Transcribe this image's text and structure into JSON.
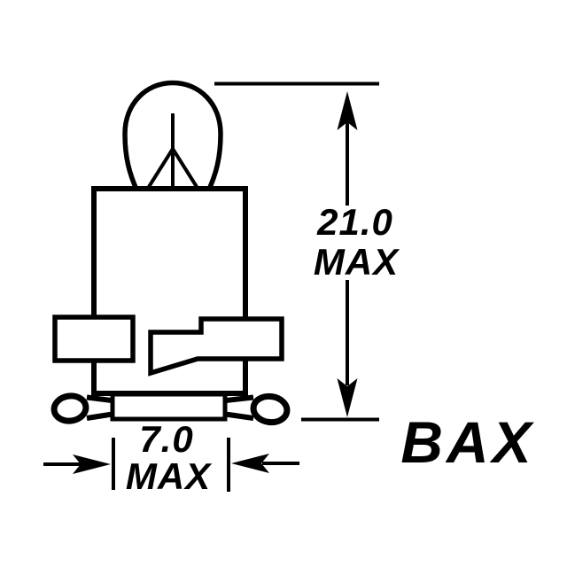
{
  "colors": {
    "line": "#000000",
    "background": "#ffffff"
  },
  "diagram": {
    "part_label": "BAX",
    "dimensions": {
      "height": {
        "value": "21.0",
        "qualifier": "MAX"
      },
      "width": {
        "value": "7.0",
        "qualifier": "MAX"
      }
    }
  }
}
